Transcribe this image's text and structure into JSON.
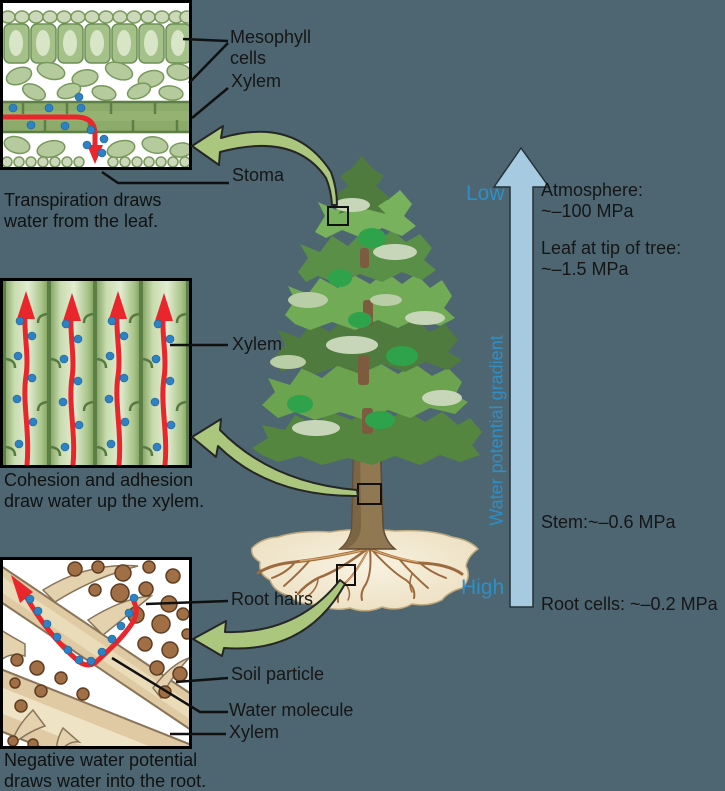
{
  "colors": {
    "background": "#4d6671",
    "gradient_arrow_fill": "#a6cbe0",
    "blue_text": "#2e8fc6",
    "red_water_path": "#e8262b",
    "water_molecule_dot": "#2e82c4",
    "callout_arrow_green": "#abc77e",
    "ink": "#161616"
  },
  "leaf_inset": {
    "caption": [
      "Transpiration draws",
      "water from the leaf."
    ],
    "labels": {
      "mesophyll": "Mesophyll cells",
      "xylem": "Xylem",
      "stoma": "Stoma"
    }
  },
  "stem_inset": {
    "caption": [
      "Cohesion and adhesion",
      "draw water up the xylem."
    ],
    "labels": {
      "xylem": "Xylem"
    }
  },
  "root_inset": {
    "caption": [
      "Negative water potential",
      "draws water into the root."
    ],
    "labels": {
      "root_hairs": "Root hairs",
      "soil_particle": "Soil particle",
      "water_molecule": "Water molecule",
      "xylem": "Xylem"
    }
  },
  "gradient": {
    "low": "Low",
    "high": "High",
    "axis": "Water potential gradient"
  },
  "readings": {
    "atmosphere": [
      "Atmosphere:",
      "~–100 MPa"
    ],
    "leaf_tip": [
      "Leaf at tip of tree:",
      "~–1.5 MPa"
    ],
    "stem": [
      "Stem:~–0.6 MPa"
    ],
    "root_cells": [
      "Root cells: ~–0.2 MPa"
    ]
  }
}
